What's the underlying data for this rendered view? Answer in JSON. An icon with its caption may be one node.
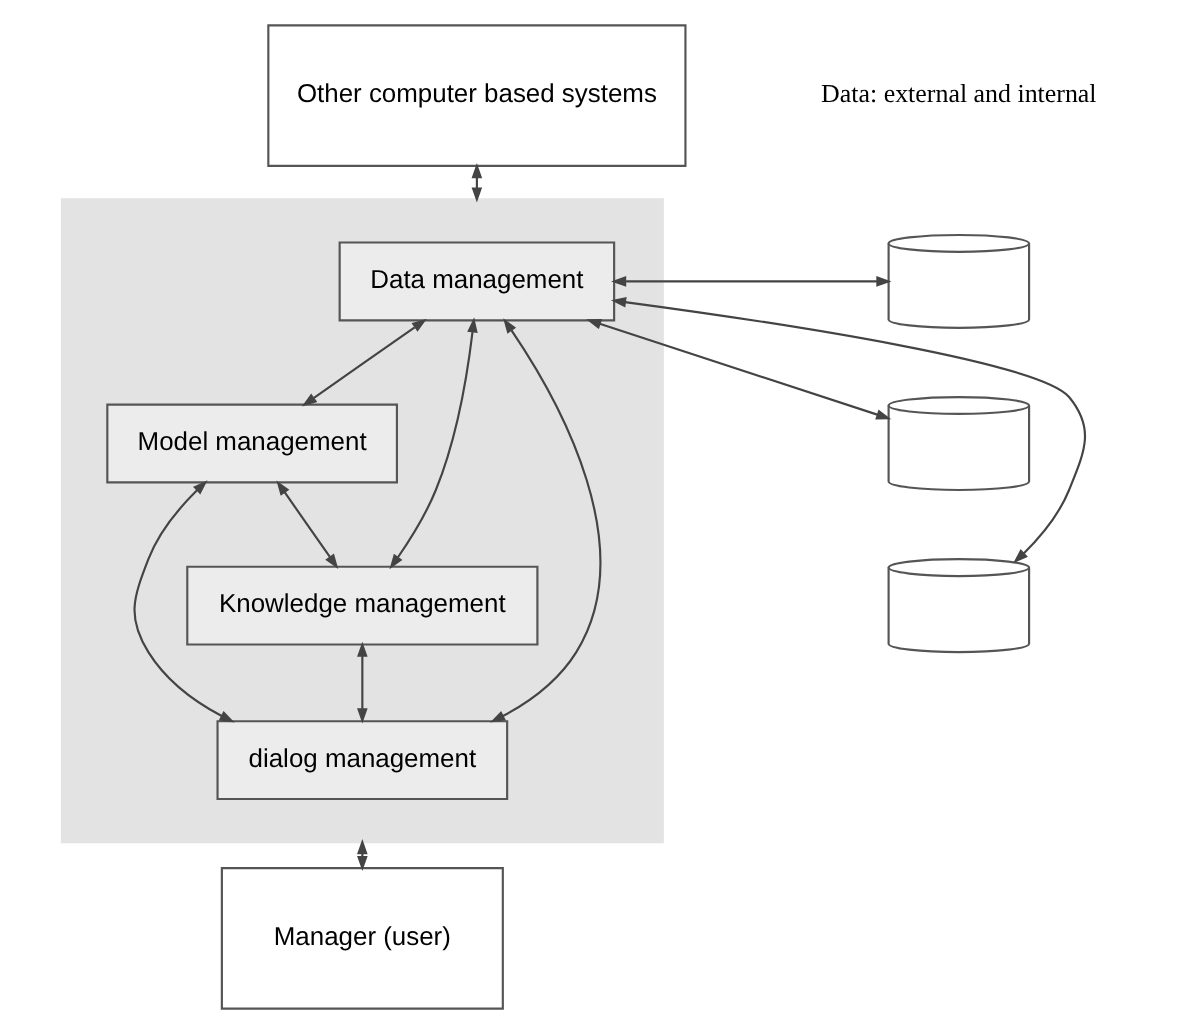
{
  "diagram": {
    "nodes": [
      {
        "text": [
          "Other computer based systems"
        ]
      },
      {
        "text": [],
        "shape": "box"
      },
      {
        "text": [
          "Data management"
        ],
        "in": 1
      },
      {
        "text": [
          "Model management"
        ],
        "in": 1
      },
      {
        "text": [
          "Knowledge management"
        ],
        "in": 1
      },
      {
        "text": [
          "dialog management"
        ],
        "in": 1
      },
      {
        "text": [],
        "shape": "cylinder"
      },
      {
        "text": [],
        "shape": "cylinder"
      },
      {
        "text": [],
        "shape": "cylinder"
      },
      {
        "text": [
          "Manager (user)"
        ]
      }
    ],
    "edges": [
      {
        "from": 0,
        "to": 1,
        "arrow": "both"
      },
      {
        "from": 2,
        "to": 6,
        "arrow": "both"
      },
      {
        "from": 2,
        "to": 7,
        "arrow": "both"
      },
      {
        "from": 2,
        "to": 8,
        "arrow": "both"
      },
      {
        "from": 2,
        "to": 3,
        "arrow": "both"
      },
      {
        "from": 2,
        "to": 4,
        "arrow": "both"
      },
      {
        "from": 2,
        "to": 5,
        "arrow": "both"
      },
      {
        "from": 3,
        "to": 4,
        "arrow": "both"
      },
      {
        "from": 3,
        "to": 5,
        "arrow": "both"
      },
      {
        "from": 4,
        "to": 5,
        "arrow": "both"
      },
      {
        "from": 1,
        "to": 9,
        "arrow": "both"
      }
    ],
    "labels": [
      "Data: external and internal"
    ]
  }
}
